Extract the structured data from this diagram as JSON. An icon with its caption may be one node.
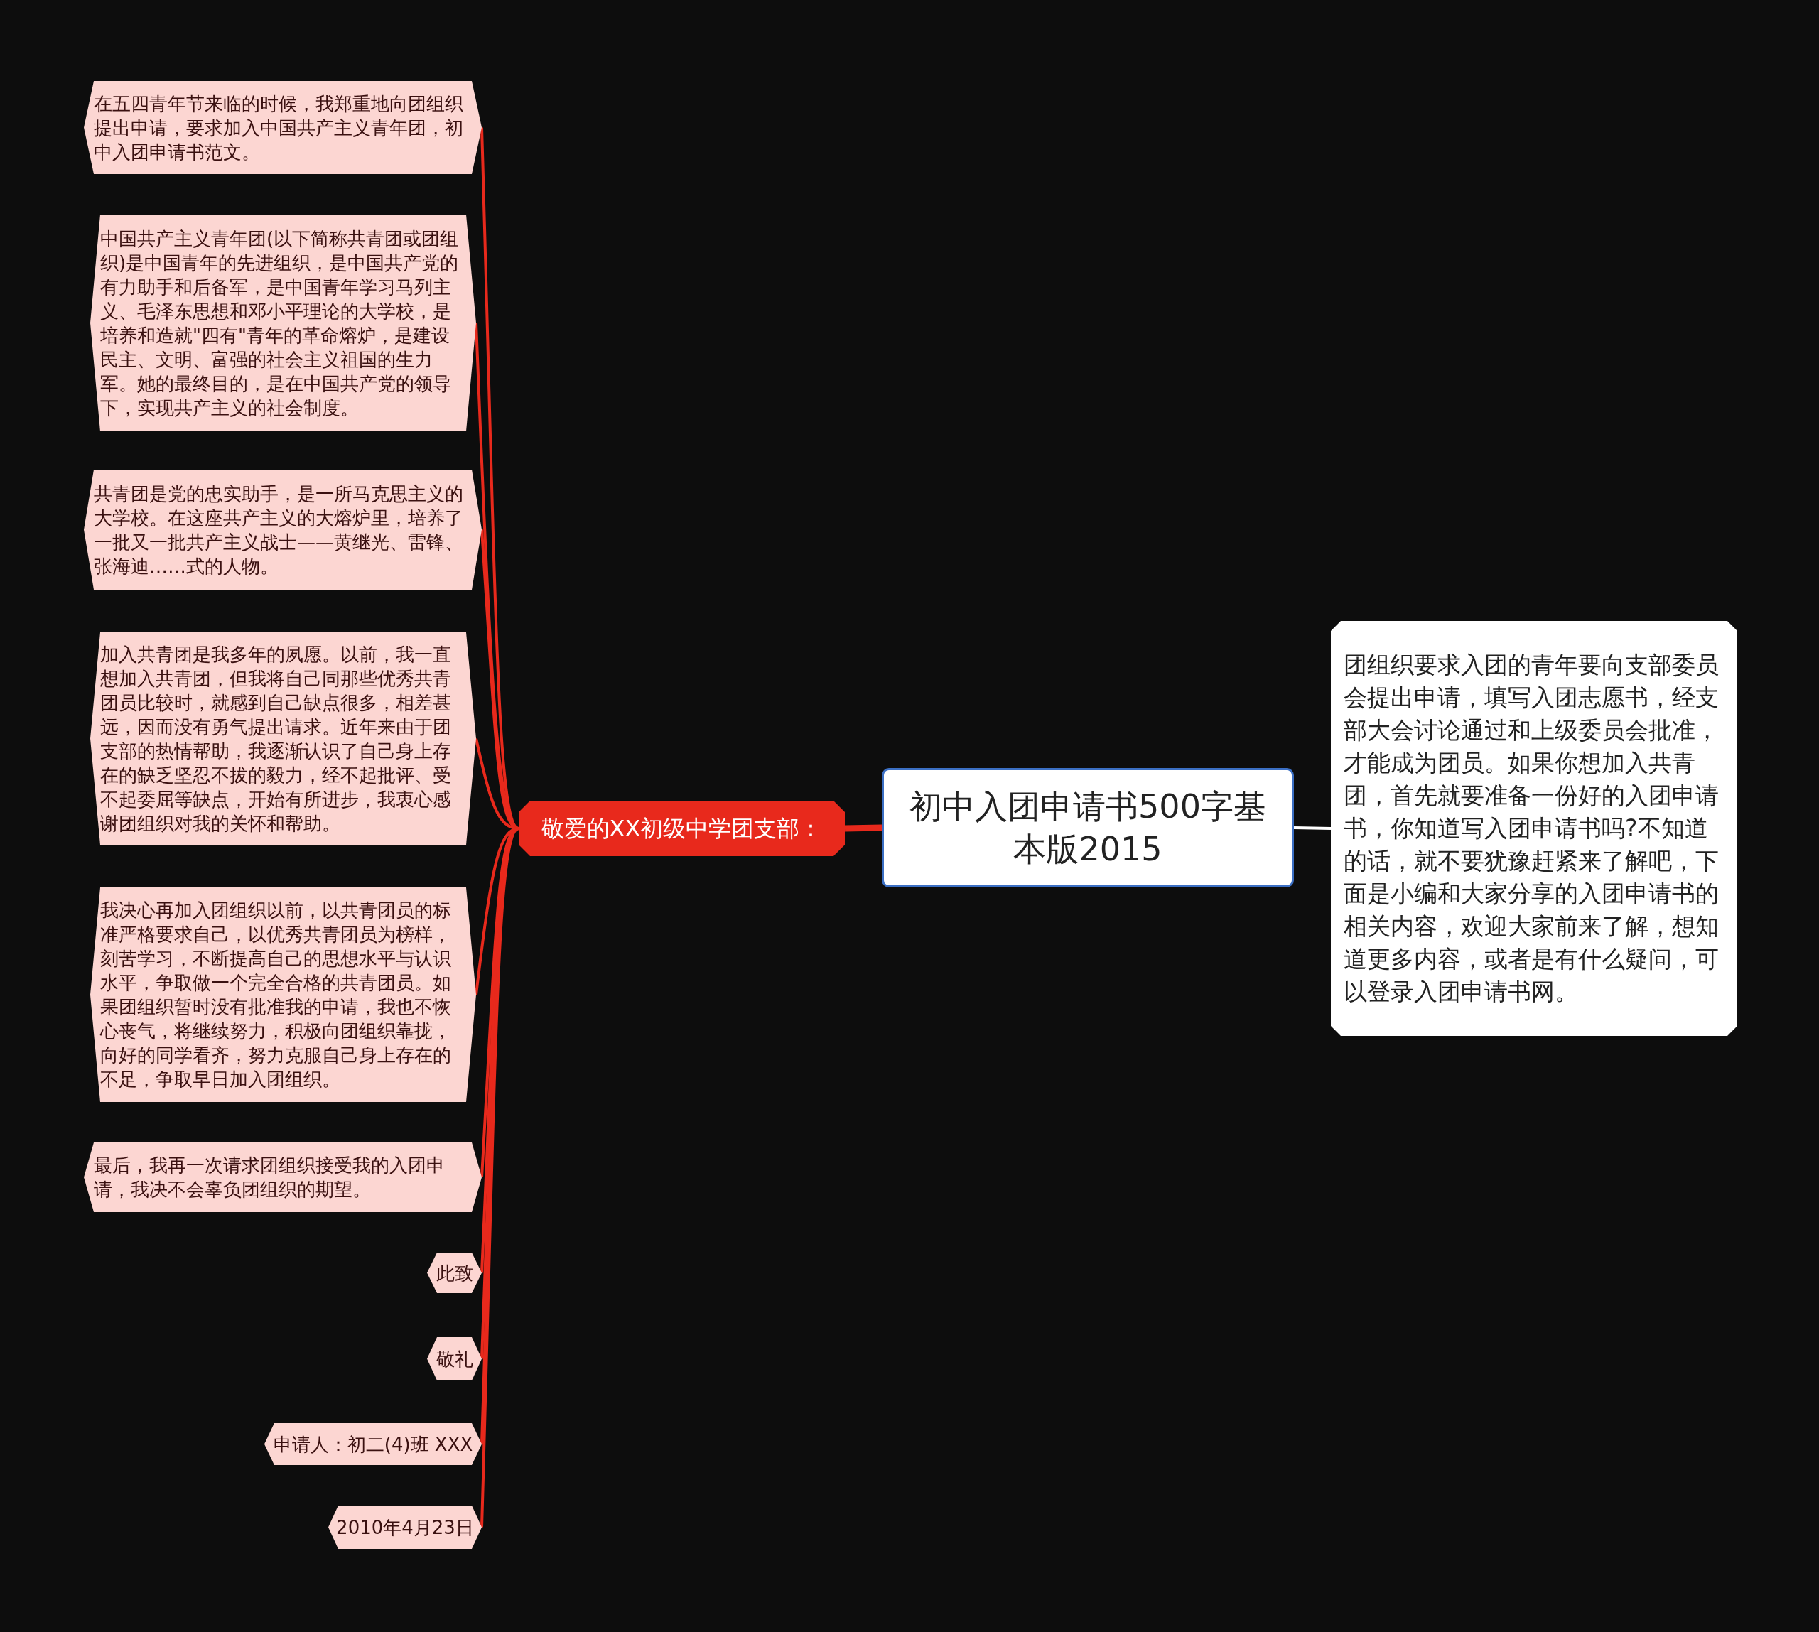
{
  "diagram": {
    "nodes": [
      {
        "text": [
          "初中入团申请书500字基本版2015"
        ]
      },
      {
        "text": [
          "团组织要求入团的青年要向支部委员会提出申请，填写入团志愿书，经支部大会讨论通过和上级委员会批准，才能成为团员。如果你想加入共青团，首先就要准备一份好的入团申请书，你知道写入团申请书吗?不知道的话，就不要犹豫赶紧来了解吧，下面是小编和大家分享的入团申请书的相关内容，欢迎大家前来了解，想知道更多内容，或者是有什么疑问，可以登录入团申请书网。"
        ]
      },
      {
        "text": [
          "敬爱的XX初级中学团支部："
        ]
      },
      {
        "text": [
          "在五四青年节来临的时候，我郑重地向团组织提出申请，要求加入中国共产主义青年团，初中入团申请书范文。"
        ]
      },
      {
        "text": [
          "中国共产主义青年团(以下简称共青团或团组织)是中国青年的先进组织，是中国共产党的有力助手和后备军，是中国青年学习马列主义、毛泽东思想和邓小平理论的大学校，是培养和造就\"四有\"青年的革命熔炉，是建设民主、文明、富强的社会主义祖国的生力军。她的最终目的，是在中国共产党的领导下，实现共产主义的社会制度。"
        ]
      },
      {
        "text": [
          "共青团是党的忠实助手，是一所马克思主义的大学校。在这座共产主义的大熔炉里，培养了一批又一批共产主义战士——黄继光、雷锋、张海迪……式的人物。"
        ]
      },
      {
        "text": [
          "加入共青团是我多年的夙愿。以前，我一直想加入共青团，但我将自己同那些优秀共青团员比较时，就感到自己缺点很多，相差甚远，因而没有勇气提出请求。近年来由于团支部的热情帮助，我逐渐认识了自己身上存在的缺乏坚忍不拔的毅力，经不起批评、受不起委屈等缺点，开始有所进步，我衷心感谢团组织对我的关怀和帮助。"
        ]
      },
      {
        "text": [
          "我决心再加入团组织以前，以共青团员的标准严格要求自己，以优秀共青团员为榜样，刻苦学习，不断提高自己的思想水平与认识水平，争取做一个完全合格的共青团员。如果团组织暂时没有批准我的申请，我也不恢心丧气，将继续努力，积极向团组织靠拢，向好的同学看齐，努力克服自己身上存在的不足，争取早日加入团组织。"
        ]
      },
      {
        "text": [
          "最后，我再一次请求团组织接受我的入团申请，我决不会辜负团组织的期望。"
        ]
      },
      {
        "text": [
          "此致"
        ]
      },
      {
        "text": [
          "敬礼"
        ]
      },
      {
        "text": [
          "申请人：初二(4)班 XXX"
        ]
      },
      {
        "text": [
          "2010年4月23日"
        ]
      }
    ],
    "edges": [
      {
        "from": 0,
        "to": 1,
        "arrow": "none",
        "color": "#ffffff"
      },
      {
        "from": 0,
        "to": 2,
        "arrow": "none",
        "style": "thick"
      },
      {
        "from": 2,
        "to": 3,
        "arrow": "none"
      },
      {
        "from": 2,
        "to": 4,
        "arrow": "none"
      },
      {
        "from": 2,
        "to": 5,
        "arrow": "none"
      },
      {
        "from": 2,
        "to": 6,
        "arrow": "none"
      },
      {
        "from": 2,
        "to": 7,
        "arrow": "none"
      },
      {
        "from": 2,
        "to": 8,
        "arrow": "none"
      },
      {
        "from": 2,
        "to": 9,
        "arrow": "none"
      },
      {
        "from": 2,
        "to": 10,
        "arrow": "none"
      },
      {
        "from": 2,
        "to": 11,
        "arrow": "none"
      },
      {
        "from": 2,
        "to": 12,
        "arrow": "none"
      }
    ]
  }
}
